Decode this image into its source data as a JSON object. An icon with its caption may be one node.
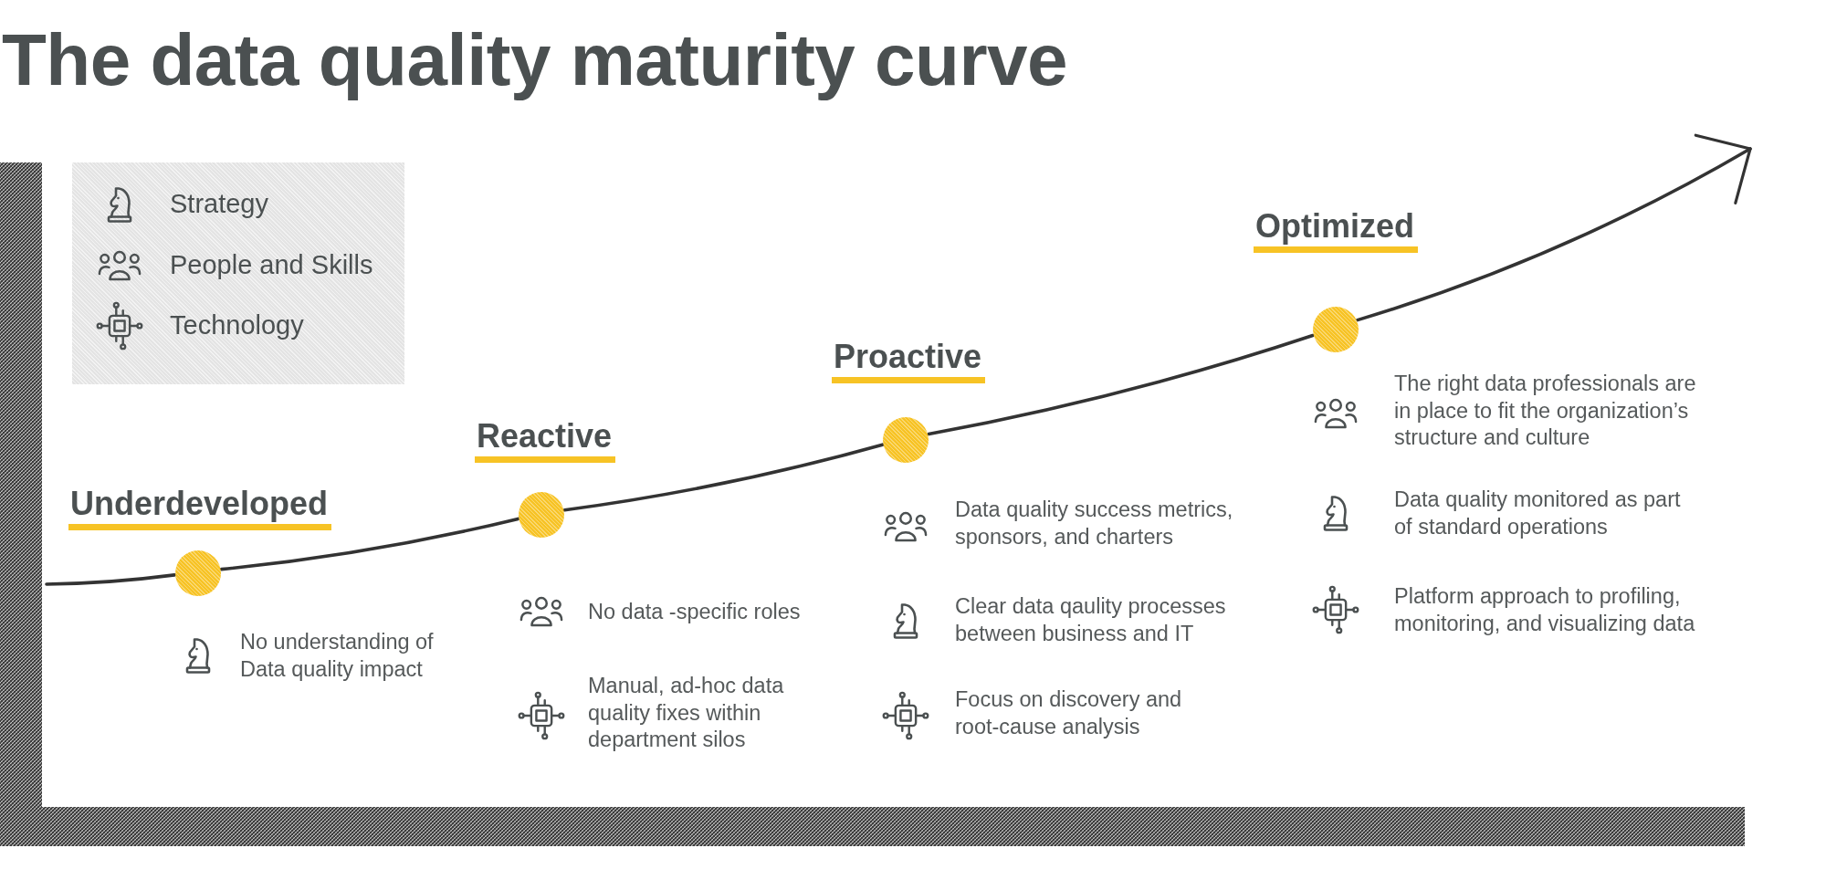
{
  "diagram": {
    "title": "The data quality maturity curve",
    "nodes": [
      {
        "text": [],
        "shape": "circle",
        "beside": [
          "Underdeveloped",
          "No understanding of Data quality impact"
        ]
      },
      {
        "text": [],
        "shape": "circle",
        "beside": [
          "Reactive",
          "No data -specific roles",
          "Manual, ad-hoc data quality fixes within department silos"
        ]
      },
      {
        "text": [],
        "shape": "circle",
        "beside": [
          "Proactive",
          "Data quality success metrics, sponsors, and charters",
          "Clear data qaulity processes between business and IT",
          "Focus on discovery and root-cause analysis"
        ]
      },
      {
        "text": [],
        "shape": "circle",
        "beside": [
          "Optimized",
          "The right data professionals are in place to fit the organization’s structure and culture",
          "Data quality monitored as part of standard operations",
          "Platform approach to profiling, monitoring, and visualizing data"
        ]
      }
    ],
    "edges": [
      {
        "from": null,
        "to": 0,
        "arrow": "none"
      },
      {
        "from": 0,
        "to": 1,
        "arrow": "none"
      },
      {
        "from": 1,
        "to": 2,
        "arrow": "none"
      },
      {
        "from": 2,
        "to": 3,
        "arrow": "none"
      },
      {
        "from": 3,
        "to": null,
        "arrow": "to"
      }
    ],
    "legend": [
      {
        "text": "Strategy"
      },
      {
        "text": "People and Skills"
      },
      {
        "text": "Technology"
      }
    ]
  }
}
